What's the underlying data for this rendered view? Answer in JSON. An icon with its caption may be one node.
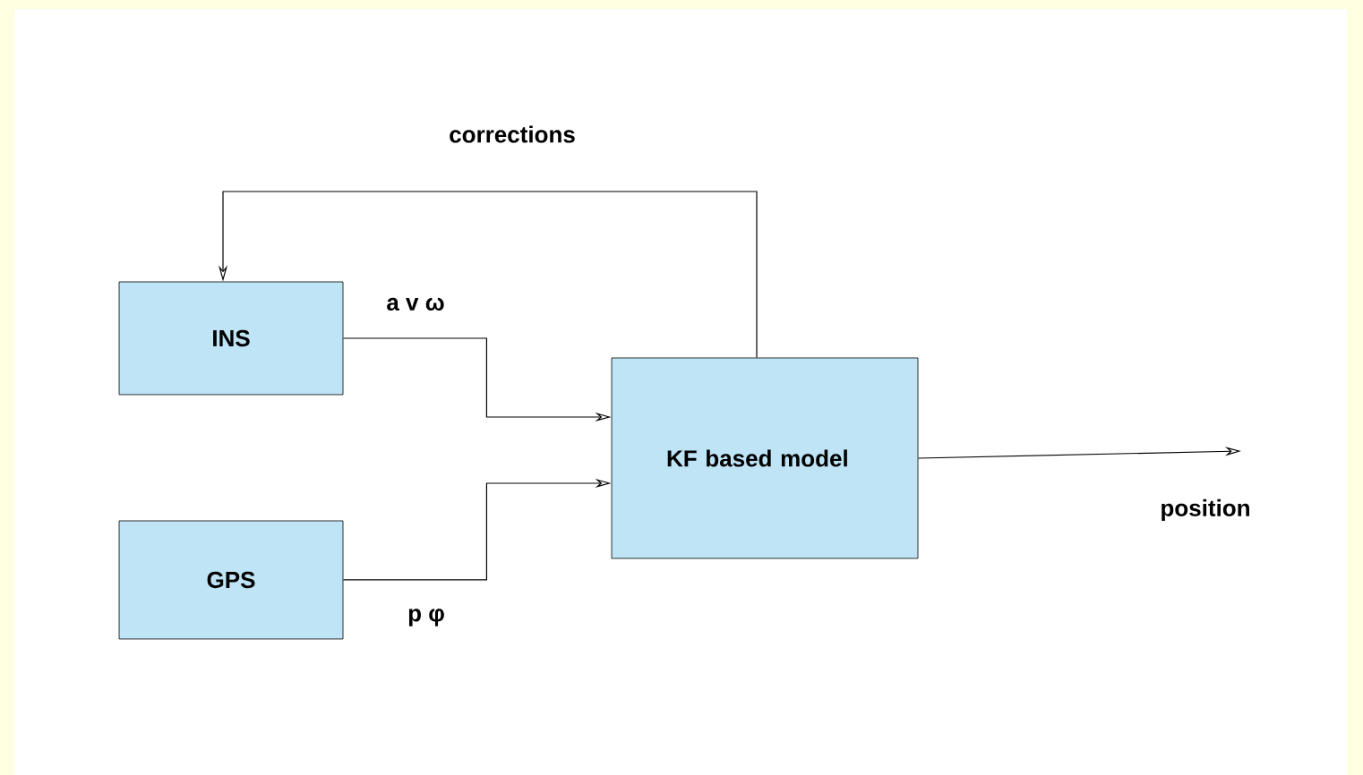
{
  "diagram": {
    "nodes": [
      {
        "text": [
          "INS"
        ]
      },
      {
        "text": [
          "GPS"
        ]
      },
      {
        "text": [
          "KF based model"
        ]
      }
    ],
    "edges": [
      {
        "from": 0,
        "to": 2,
        "arrow": "to",
        "label": "a  v  ω"
      },
      {
        "from": 1,
        "to": 2,
        "arrow": "to",
        "label": "p  φ"
      },
      {
        "from": 2,
        "to": null,
        "arrow": "to",
        "label": "position"
      },
      {
        "from": 2,
        "to": 0,
        "arrow": "to",
        "label": "corrections"
      }
    ]
  }
}
